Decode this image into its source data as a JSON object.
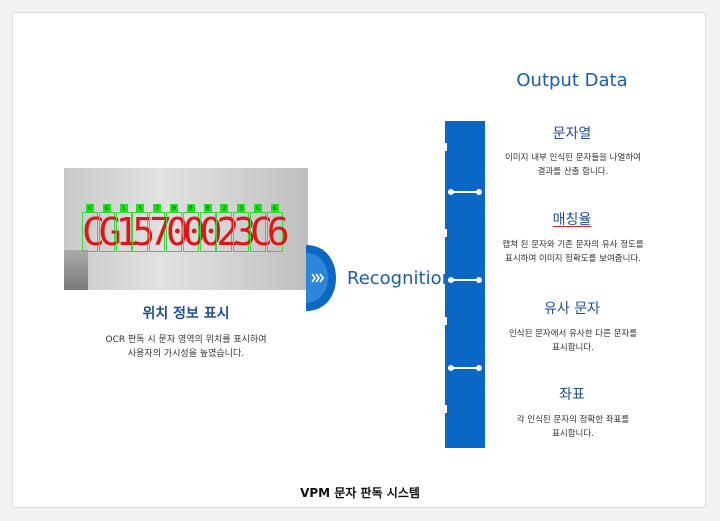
{
  "ocr": {
    "digits": [
      "C",
      "G",
      "1",
      "5",
      "7",
      "0",
      "0",
      "0",
      "2",
      "3",
      "C",
      "6"
    ],
    "display_text": "CG1570002 3C6"
  },
  "left": {
    "title": "위치 정보 표시",
    "description": "OCR 판독 시 문자 영역의 위치를 표시하여\n사용자의 가시성을 높였습니다."
  },
  "center": {
    "label": "Recognition"
  },
  "output": {
    "title": "Output Data",
    "sections": [
      {
        "title": "문자열",
        "description": "이미지 내부 인식된 문자들을 나열하여\n결과를 산출 합니다."
      },
      {
        "title": "매칭율",
        "description": "캡쳐 된 문자와 기존 문자의 유사 정도를\n표시하여 이미지 정확도를 보여줍니다."
      },
      {
        "title": "유사 문자",
        "description": "인식된 문자에서 유사한 다른 문자를\n표시합니다."
      },
      {
        "title": "좌표",
        "description": "각 인식된 문자의 정확한 좌표를\n표시합니다."
      }
    ]
  },
  "footer": {
    "caption": "VPM 문자 판독 시스템"
  },
  "colors": {
    "accent_blue": "#0a67c3",
    "ocr_red": "#dd1717",
    "ocr_green": "#22dd22"
  }
}
